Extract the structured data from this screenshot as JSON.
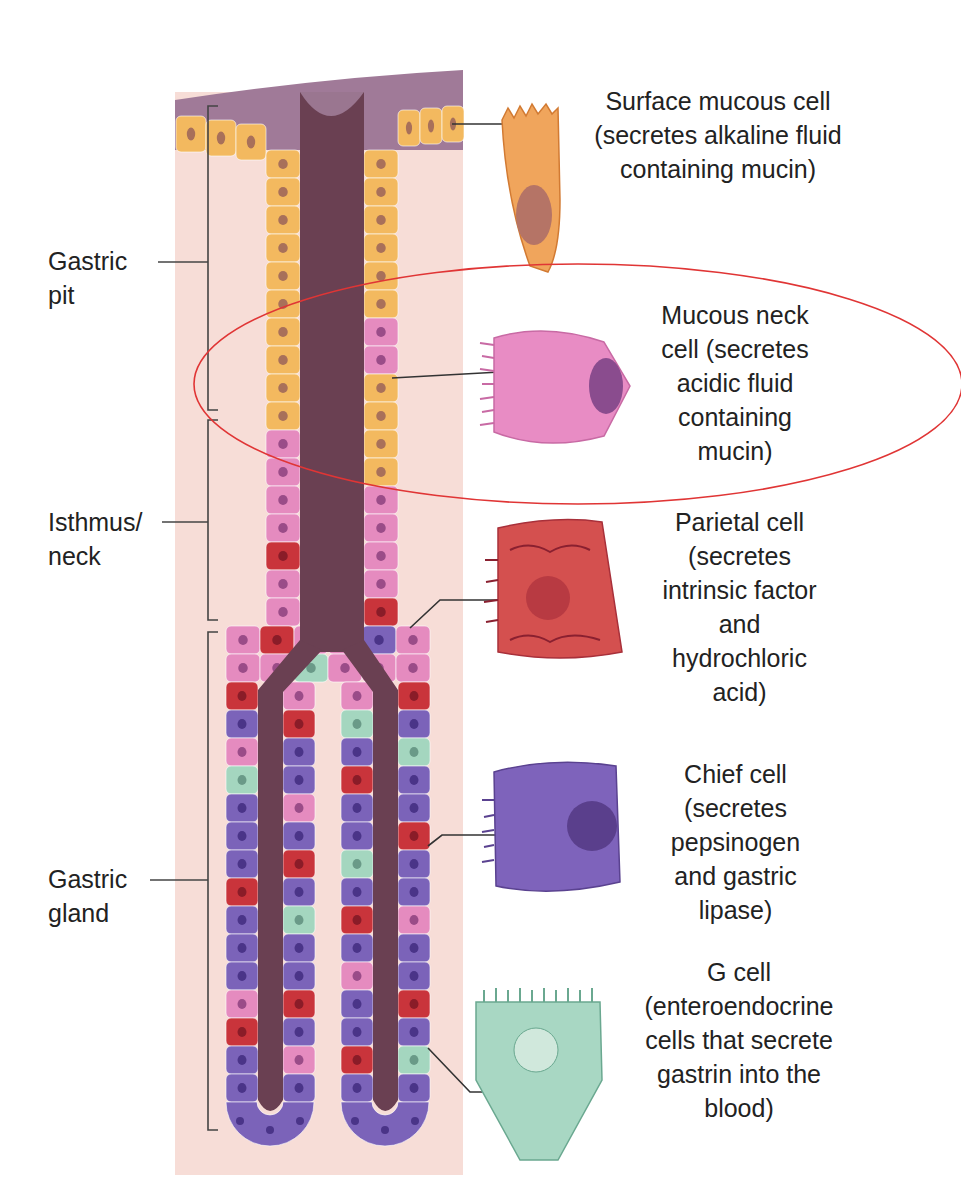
{
  "diagram": {
    "labels": [
      "Gastric pit",
      "Surface mucous cell (secretes alkaline fluid containing mucin)",
      "Mucous neck cell (secretes acidic fluid containing mucin)",
      "Isthmus/ neck",
      "Parietal cell (secretes intrinsic factor and hydrochloric acid)",
      "Gastric gland",
      "Chief cell (secretes pepsinogen and gastric lipase)",
      "G cell (enteroendocrine cells that secrete gastrin into the blood)"
    ]
  }
}
